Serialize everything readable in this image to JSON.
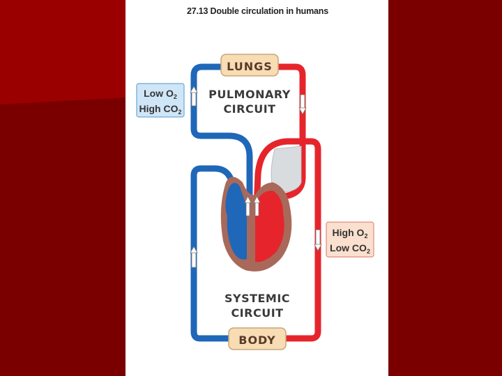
{
  "slide": {
    "background_color": "#7a0000",
    "highlight_color": "#9b0000"
  },
  "figure": {
    "title": "27.13 Double circulation in humans",
    "lungs_label": "LUNGS",
    "body_label": "BODY",
    "pulmonary_line1": "PULMONARY",
    "pulmonary_line2": "CIRCUIT",
    "systemic_line1": "SYSTEMIC",
    "systemic_line2": "CIRCUIT",
    "deoxygenated_box": {
      "line1_prefix": "Low O",
      "line1_sub": "2",
      "line2_prefix": "High CO",
      "line2_sub": "2"
    },
    "oxygenated_box": {
      "line1_prefix": "High O",
      "line1_sub": "2",
      "line2_prefix": "Low CO",
      "line2_sub": "2"
    },
    "colors": {
      "deoxygenated": "#1f67b8",
      "oxygenated": "#e5252b",
      "heart_tissue": "#a8695a",
      "organ_box": "#f7dcb4",
      "low_o2_box": "#cfe6f7",
      "high_o2_box": "#fbe0cf"
    }
  }
}
